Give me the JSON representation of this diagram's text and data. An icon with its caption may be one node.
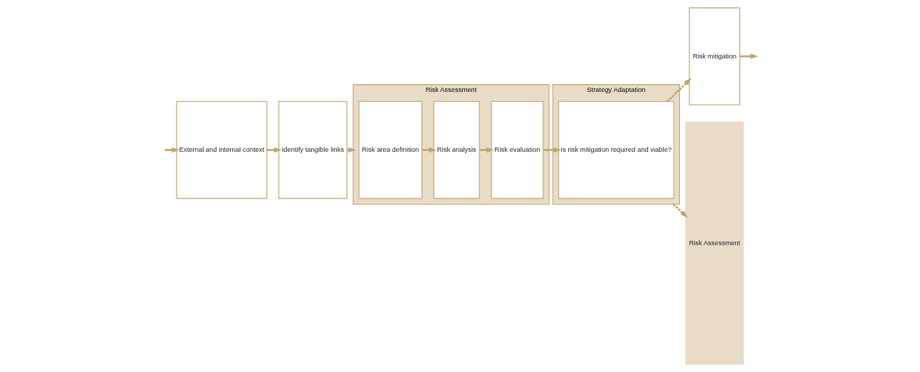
{
  "diagram": {
    "nodes": [
      {
        "text": [
          "External and internal context"
        ]
      },
      {
        "text": [
          "Identify tangible links"
        ]
      },
      {
        "text": [
          "Risk Assessment"
        ]
      },
      {
        "text": [
          "Risk area definition"
        ],
        "in": 2
      },
      {
        "text": [
          "Risk analysis"
        ],
        "in": 2
      },
      {
        "text": [
          "Risk evaluation"
        ],
        "in": 2
      },
      {
        "text": [
          "Strategy Adaptation"
        ]
      },
      {
        "text": [
          "Is risk mitigation required and viable?"
        ],
        "in": 6
      },
      {
        "text": [
          "Risk mitigation"
        ]
      },
      {
        "text": [
          "Risk Assessment"
        ]
      }
    ],
    "edges": [
      {
        "from": null,
        "to": 0,
        "arrow": "to"
      },
      {
        "from": 0,
        "to": 1,
        "arrow": "to"
      },
      {
        "from": 1,
        "to": 2,
        "arrow": "to"
      },
      {
        "from": 3,
        "to": 4,
        "arrow": "to"
      },
      {
        "from": 4,
        "to": 5,
        "arrow": "to"
      },
      {
        "from": 5,
        "to": 7,
        "arrow": "to"
      },
      {
        "from": 7,
        "to": 8,
        "arrow": "to",
        "style": "dashed"
      },
      {
        "from": 6,
        "to": 9,
        "arrow": "to",
        "style": "dashed"
      },
      {
        "from": 8,
        "to": null,
        "arrow": "to"
      }
    ]
  }
}
